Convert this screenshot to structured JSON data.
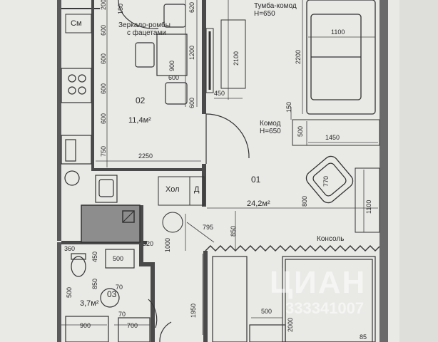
{
  "rooms": {
    "r01": {
      "number": "01",
      "area": "24,2м²"
    },
    "r02": {
      "number": "02",
      "area": "11,4м²"
    },
    "r03": {
      "number": "03",
      "area": "3,7м²"
    }
  },
  "furniture": {
    "closet": "См",
    "hall": "Хол",
    "d": "Д",
    "mirror": "Зеркало-ромбы",
    "mirror2": "с фацетами",
    "tumba": "Тумба-комод",
    "tumba_h": "H=650",
    "komod": "Комод",
    "komod_h": "H=650",
    "konsol": "Консоль"
  },
  "dims": {
    "d200": "200",
    "d180": "180",
    "d600a": "600",
    "d600b": "600",
    "d600c": "600",
    "d600d": "600",
    "d750": "750",
    "d2250": "2250",
    "d900": "900",
    "d600e": "600",
    "d1200": "1200",
    "d600f": "600",
    "d2100": "2100",
    "d450": "450",
    "d1100a": "1100",
    "d2200": "2200",
    "d150": "150",
    "d500a": "500",
    "d1450": "1450",
    "d770": "770",
    "d800": "800",
    "d1100b": "1100",
    "d795": "795",
    "d850a": "850",
    "d320": "320",
    "d1000": "1000",
    "d360": "360",
    "d450b": "450",
    "d500b": "500",
    "d850b": "850",
    "d500c": "500",
    "d70a": "70",
    "d70b": "70",
    "d1950": "1950",
    "d500d": "500",
    "d2000": "2000",
    "d900b": "900",
    "d700": "700",
    "d85": "85",
    "d620": "620"
  },
  "watermark": {
    "brand": "ЦИАН",
    "id": "333341007"
  }
}
